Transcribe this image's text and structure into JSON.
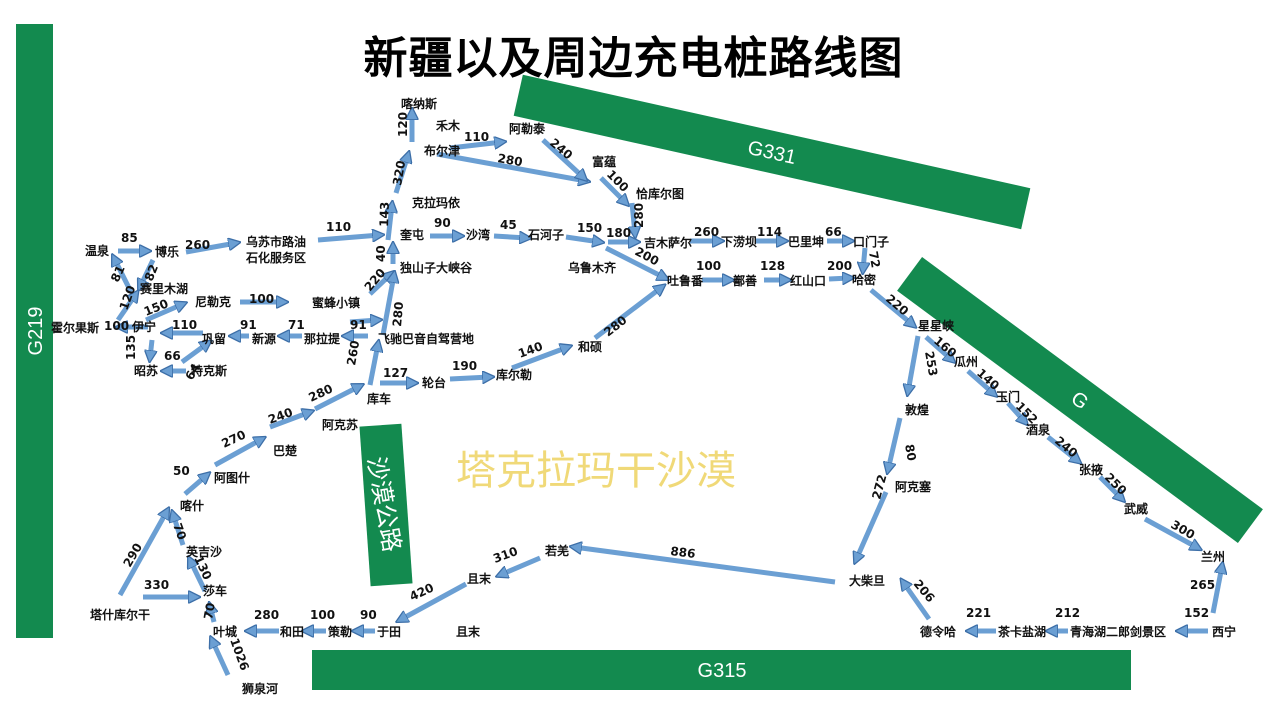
{
  "title": "新疆以及周边充电桩路线图",
  "colors": {
    "highway": "#138a4f",
    "arrow_fill": "#6b9fd3",
    "arrow_stroke": "#3d6fa8",
    "desert_text": "#f0d978"
  },
  "highways": {
    "g219": "G219",
    "g331": "G331",
    "g315": "G315",
    "g": "G"
  },
  "desert_road": "沙漠公路",
  "desert": "塔克拉玛干沙漠",
  "places": {
    "kanasi": "喀纳斯",
    "hemu": "禾木",
    "buerjin": "布尔津",
    "aletai": "阿勒泰",
    "fuyun": "富蕴",
    "qiakuertu": "恰库尔图",
    "kelamayi": "克拉玛依",
    "kuitun": "奎屯",
    "shawan": "沙湾",
    "shihezi": "石河子",
    "wulumuqi": "乌鲁木齐",
    "jimusaer": "吉木萨尔",
    "xialaoba": "下涝坝",
    "balikun": "巴里坤",
    "kourzi": "口门子",
    "wensu": "温泉",
    "bole": "博乐",
    "wusu_1": "乌苏市路油",
    "wusu_2": "石化服务区",
    "saili": "赛里木湖",
    "dushanzi": "独山子大峡谷",
    "fengwo": "蜜蜂小镇",
    "nileke": "尼勒克",
    "huoerguosi": "霍尔果斯",
    "yining": "伊宁",
    "gongliu": "巩留",
    "xinyuan": "新源",
    "nalati": "那拉提",
    "feichi": "飞驰巴音自驾营地",
    "zhaosu": "昭苏",
    "tekesi": "特克斯",
    "tulufan": "吐鲁番",
    "shanshan": "鄯善",
    "hongshankou": "红山口",
    "hami": "哈密",
    "xingxingxia": "星星峡",
    "guazhou": "瓜州",
    "yumen": "玉门",
    "jiuquan": "酒泉",
    "zhangye": "张掖",
    "wuwei": "武威",
    "lanzhou": "兰州",
    "xining": "西宁",
    "qinghaihu": "青海湖二郎剑景区",
    "chaka": "茶卡盐湖",
    "delingha": "德令哈",
    "dachaidan": "大柴旦",
    "akesai": "阿克塞",
    "dunhuang": "敦煌",
    "heshuo": "和硕",
    "kuerle": "库尔勒",
    "luntai": "轮台",
    "kuche": "库车",
    "akesu": "阿克苏",
    "bachu": "巴楚",
    "atushi": "阿图什",
    "kashi": "喀什",
    "yingjisha": "英吉沙",
    "shache": "莎车",
    "tashikuergan": "塔什库尔干",
    "yecheng": "叶城",
    "shiquanhe": "狮泉河",
    "hetian": "和田",
    "cele": "策勒",
    "yutian": "于田",
    "qiemo": "且末",
    "qiemo2": "且末",
    "ruoqiang": "若羌"
  },
  "distances": {
    "d120a": "120",
    "d320": "320",
    "d143": "143",
    "d40": "40",
    "d110a": "110",
    "d280a": "280",
    "d240a": "240",
    "d100a": "100",
    "d280b": "280",
    "d90a": "90",
    "d45": "45",
    "d150a": "150",
    "d180": "180",
    "d260a": "260",
    "d114": "114",
    "d66a": "66",
    "d72": "72",
    "d200a": "200",
    "d100b": "100",
    "d128": "128",
    "d200b": "200",
    "d85": "85",
    "d260b": "260",
    "d110b": "110",
    "d81": "81",
    "d82": "82",
    "d120b": "120",
    "d150b": "150",
    "d100c": "100",
    "d100d": "100",
    "d110c": "110",
    "d91a": "91",
    "d71": "71",
    "d91b": "91",
    "d220a": "220",
    "d280c": "280",
    "d135": "135",
    "d66b": "66",
    "d64": "64",
    "d280d": "280",
    "d140a": "140",
    "d190": "190",
    "d127": "127",
    "d260c": "260",
    "d280e": "280",
    "d240b": "240",
    "d270": "270",
    "d50": "50",
    "d70a": "70",
    "d130": "130",
    "d290": "290",
    "d330": "330",
    "d70b": "70",
    "d280f": "280",
    "d1026": "1026",
    "d100e": "100",
    "d90b": "90",
    "d420": "420",
    "d310": "310",
    "d886": "886",
    "d220b": "220",
    "d160": "160",
    "d253": "253",
    "d140b": "140",
    "d152a": "152",
    "d240c": "240",
    "d250": "250",
    "d300": "300",
    "d265": "265",
    "d80": "80",
    "d272": "272",
    "d206": "206",
    "d152b": "152",
    "d212": "212",
    "d221": "221"
  }
}
